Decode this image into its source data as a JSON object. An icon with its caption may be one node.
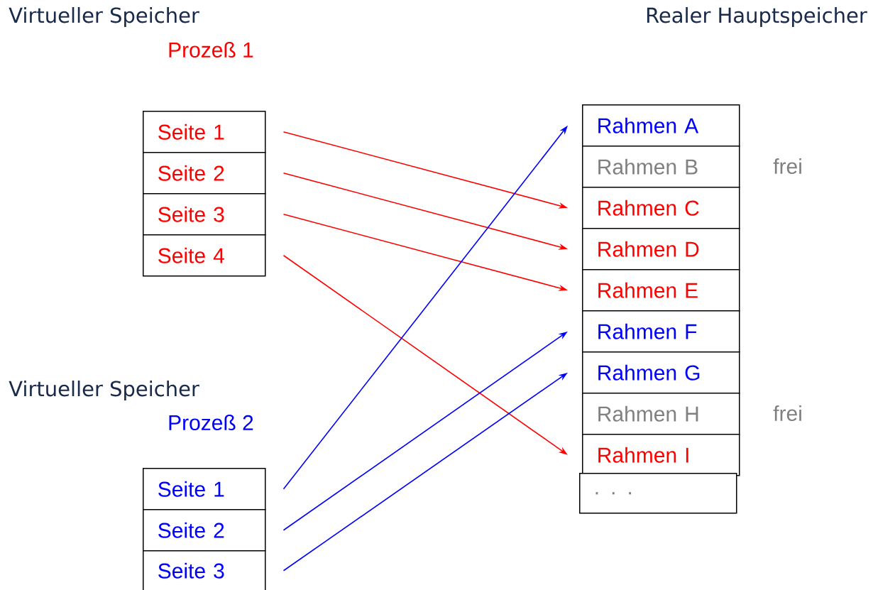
{
  "diagram": {
    "nodes": [
      {
        "text": [
          "Seite 1"
        ]
      },
      {
        "text": [
          "Seite 2"
        ]
      },
      {
        "text": [
          "Seite 3"
        ]
      },
      {
        "text": [
          "Seite 4"
        ]
      },
      {
        "text": [
          "Seite 1"
        ]
      },
      {
        "text": [
          "Seite 2"
        ]
      },
      {
        "text": [
          "Seite 3"
        ]
      },
      {
        "text": [
          "Rahmen A"
        ]
      },
      {
        "text": [
          "Rahmen B"
        ],
        "beside": [
          "frei"
        ]
      },
      {
        "text": [
          "Rahmen C"
        ]
      },
      {
        "text": [
          "Rahmen D"
        ]
      },
      {
        "text": [
          "Rahmen E"
        ]
      },
      {
        "text": [
          "Rahmen F"
        ]
      },
      {
        "text": [
          "Rahmen G"
        ]
      },
      {
        "text": [
          "Rahmen H"
        ],
        "beside": [
          "frei"
        ]
      },
      {
        "text": [
          "Rahmen I"
        ]
      },
      {
        "text": [
          ". . ."
        ]
      }
    ],
    "edges": [
      {
        "from": 0,
        "to": 9,
        "arrow": "to"
      },
      {
        "from": 1,
        "to": 10,
        "arrow": "to"
      },
      {
        "from": 2,
        "to": 11,
        "arrow": "to"
      },
      {
        "from": 3,
        "to": 15,
        "arrow": "to"
      },
      {
        "from": 4,
        "to": 7,
        "arrow": "to",
        "color": "#0000ff"
      },
      {
        "from": 5,
        "to": 12,
        "arrow": "to",
        "color": "#0000ff"
      },
      {
        "from": 6,
        "to": 13,
        "arrow": "to",
        "color": "#0000ff"
      }
    ],
    "labels": [
      "Virtueller Speicher",
      "Prozeß 1",
      "Realer Hauptspeicher",
      "Virtueller Speicher",
      "Prozeß 2"
    ]
  }
}
